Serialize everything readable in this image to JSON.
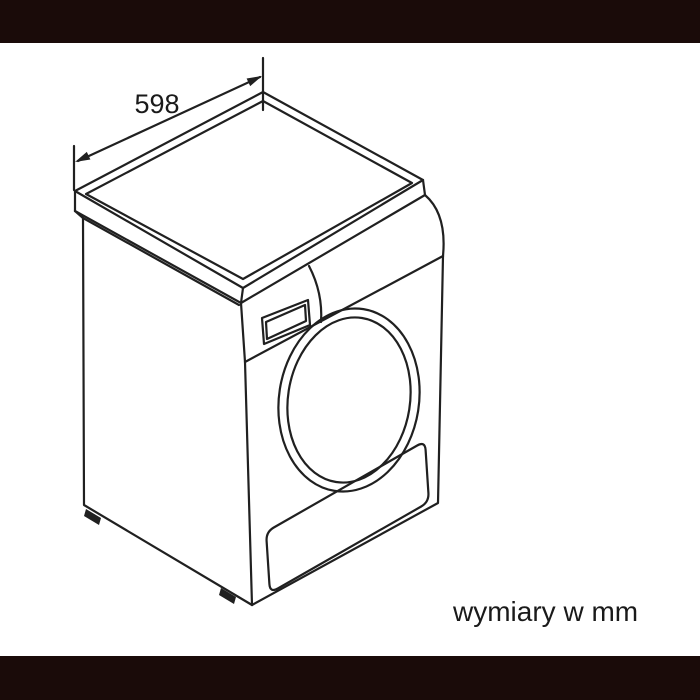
{
  "figure": {
    "type": "technical-dimension-diagram",
    "subject": "front-loading tumble dryer / washing machine, isometric line drawing",
    "dimension": {
      "label": "598",
      "unit_note": "wymiary w mm"
    },
    "colors": {
      "line": "#202020",
      "text": "#1a1a1a",
      "background": "#ffffff",
      "letterbox": "#1a0b09"
    }
  }
}
